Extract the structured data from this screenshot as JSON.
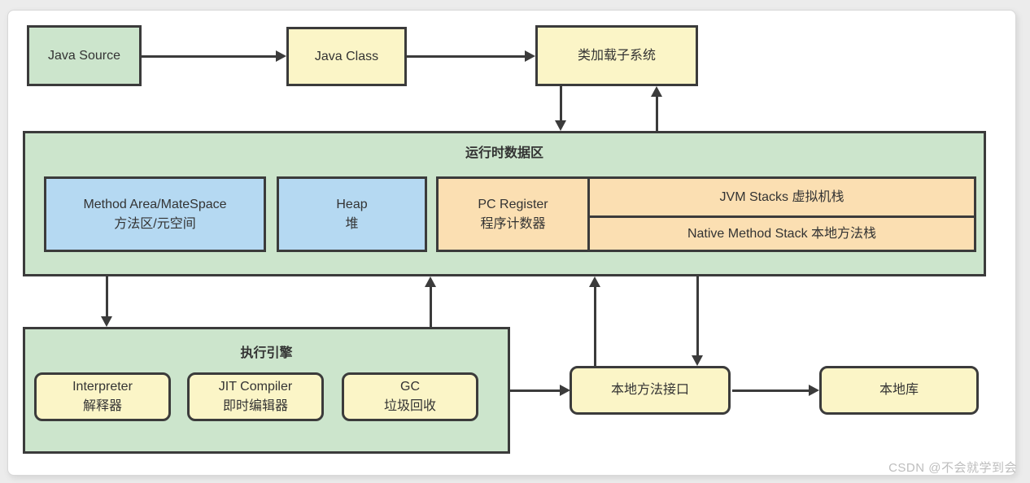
{
  "colors": {
    "green": "#cce5cc",
    "yellow": "#fbf5c7",
    "blue": "#b5d9f2",
    "orange": "#fbdfb2",
    "border": "#3b3b3b"
  },
  "top_row": {
    "java_source": "Java Source",
    "java_class": "Java Class",
    "class_loader": "类加载子系统"
  },
  "runtime": {
    "title": "运行时数据区",
    "method_area": {
      "line1": "Method Area/MateSpace",
      "line2": "方法区/元空间"
    },
    "heap": {
      "line1": "Heap",
      "line2": "堆"
    },
    "pc_register": {
      "line1": "PC Register",
      "line2": "程序计数器"
    },
    "jvm_stacks": "JVM Stacks 虚拟机栈",
    "native_method_stack": "Native Method Stack 本地方法栈"
  },
  "engine": {
    "title": "执行引擎",
    "interpreter": {
      "line1": "Interpreter",
      "line2": "解释器"
    },
    "jit_compiler": {
      "line1": "JIT Compiler",
      "line2": "即时编辑器"
    },
    "gc": {
      "line1": "GC",
      "line2": "垃圾回收"
    }
  },
  "native": {
    "interface": "本地方法接口",
    "library": "本地库"
  },
  "watermark": "CSDN @不会就学到会"
}
